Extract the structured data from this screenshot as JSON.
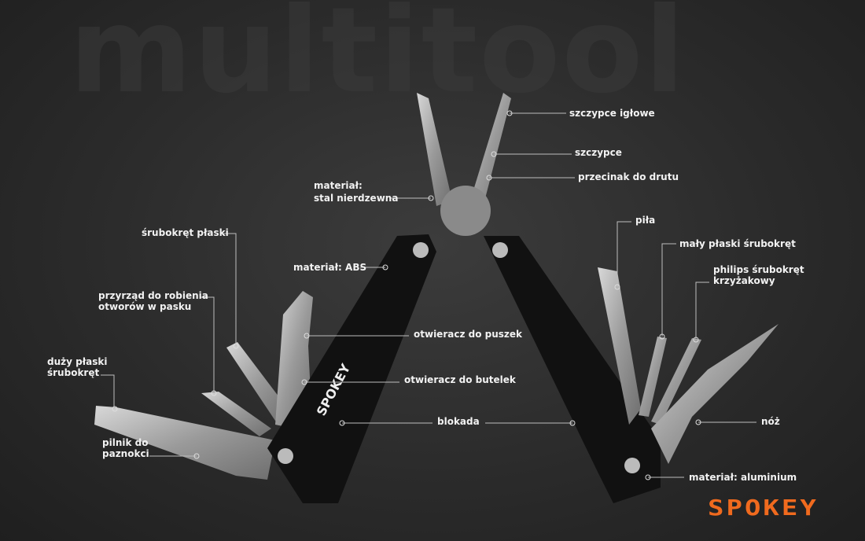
{
  "watermark": "multitool",
  "brand": {
    "logo_text": "SPOKEY",
    "handle_text": "SPOKEY",
    "color": "#f06a1e"
  },
  "labels": {
    "needle_pliers": "szczypce igłowe",
    "pliers": "szczypce",
    "wire_cutter": "przecinak do drutu",
    "steel_1": "materiał:",
    "steel_2": "stal nierdzewna",
    "flat_screwdriver": "śrubokręt płaski",
    "abs": "materiał: ABS",
    "punch_1": "przyrząd do robienia",
    "punch_2": "otworów w pasku",
    "can_opener": "otwieracz do puszek",
    "big_screwdriver_1": "duży płaski",
    "big_screwdriver_2": "śrubokręt",
    "bottle_opener": "otwieracz do butelek",
    "lock": "blokada",
    "nail_file_1": "pilnik do",
    "nail_file_2": "paznokci",
    "saw": "piła",
    "small_screwdriver": "mały płaski śrubokręt",
    "philips_1": "philips śrubokręt",
    "philips_2": "krzyżakowy",
    "knife": "nóż",
    "aluminium": "materiał: aluminium"
  }
}
